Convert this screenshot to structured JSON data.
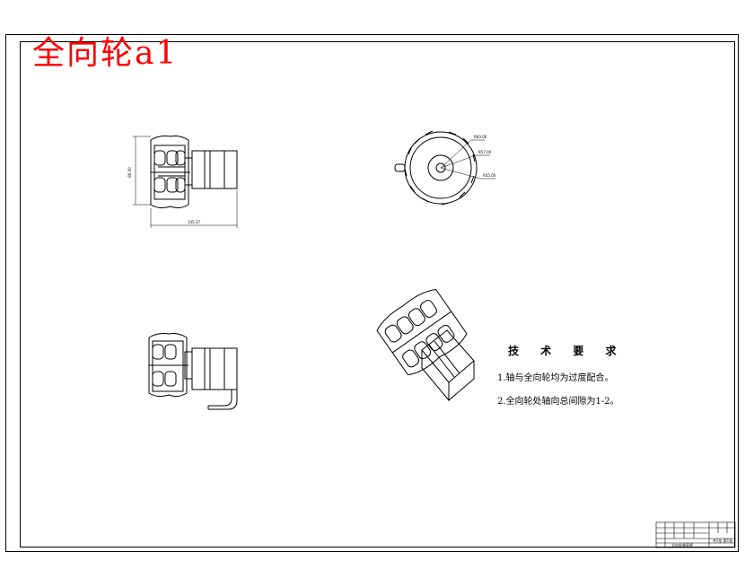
{
  "drawing": {
    "title": "全向轮a1",
    "technical_requirements": {
      "heading": "技 术 要 求",
      "items": [
        "1.轴与全向轮均为过度配合。",
        "2.全向轮处轴向总间隙为1-2。"
      ]
    },
    "dimensions": {
      "height_label": "80.00",
      "width_label": "145.37",
      "callout_1": "R60.00",
      "callout_2": "R57.00",
      "callout_3": "R45.00"
    },
    "title_block": {
      "name": "全向轮装配图",
      "sheet": "共1张 第1张"
    },
    "colors": {
      "title": "#ff0000",
      "lines": "#000000",
      "background": "#ffffff"
    }
  }
}
